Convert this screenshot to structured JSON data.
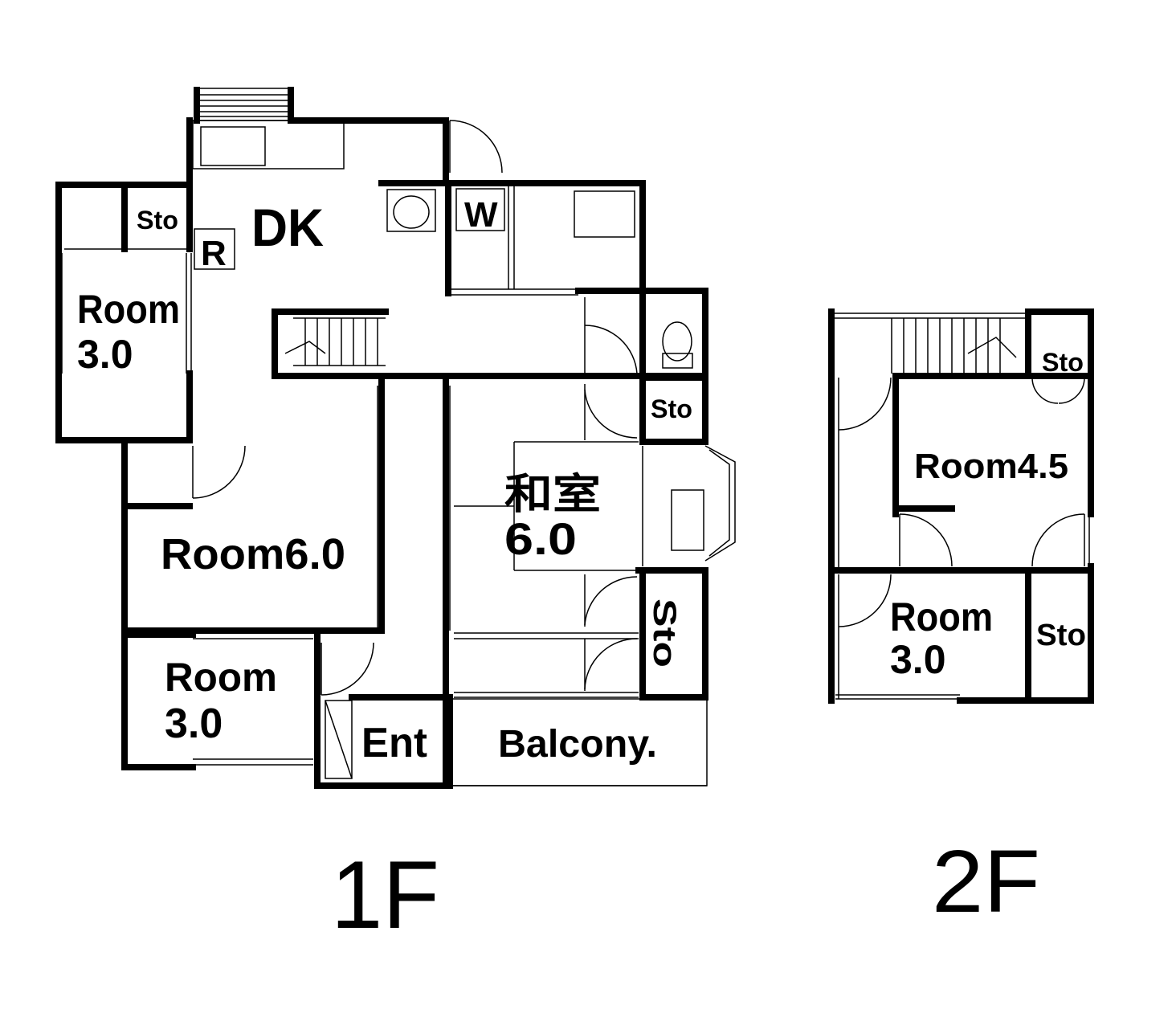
{
  "floors": [
    {
      "name": "1F",
      "rooms": {
        "dk": "DK",
        "sto_nw": "Sto",
        "fridge": "R",
        "room30_west_line1": "Room",
        "room30_west_line2": "3.0",
        "washer": "W",
        "room60": "Room6.0",
        "washitsu_line1": "和室",
        "washitsu_line2": "6.0",
        "sto_mid": "Sto",
        "sto_rotated": "Sto",
        "room30_south_line1": "Room",
        "room30_south_line2": "3.0",
        "entrance": "Ent",
        "balcony": "Balcony."
      }
    },
    {
      "name": "2F",
      "rooms": {
        "room45": "Room4.5",
        "sto_top": "Sto",
        "room30_line1": "Room",
        "room30_line2": "3.0",
        "sto_right": "Sto"
      }
    }
  ]
}
